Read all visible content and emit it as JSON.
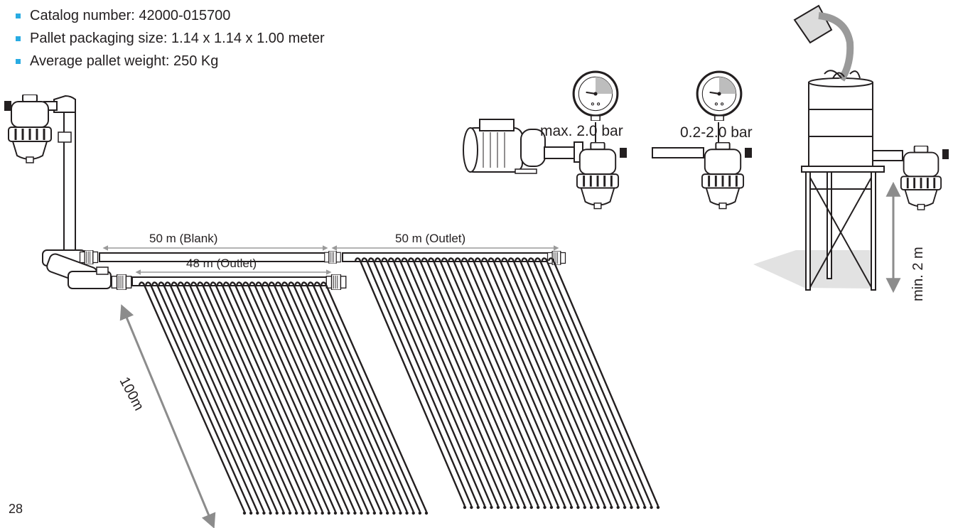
{
  "bullets": [
    {
      "text": "Catalog number: 42000-015700"
    },
    {
      "text": "Pallet packaging size: 1.14 x 1.14 x 1.00 meter"
    },
    {
      "text": "Average pallet weight: 250 Kg"
    }
  ],
  "labels": {
    "blank_section": "50 m (Blank)",
    "outlet_section_top": "50 m (Outlet)",
    "outlet_section_bottom": "48 m (Outlet)",
    "length": "100m",
    "pump_pressure": "max. 2.0 bar",
    "mains_pressure": "0.2-2.0 bar",
    "gravity_height": "min. 2 m"
  },
  "page_number": "28",
  "colors": {
    "bullet": "#29abe2",
    "dimension_arrow": "#8c8c8c",
    "line_art": "#231f20"
  },
  "icons": [
    "filter-icon",
    "pump-icon",
    "pressure-gauge-icon",
    "barrel-icon",
    "bucket-icon",
    "tower-stand-icon",
    "pipe-icon",
    "dripper-line-icon"
  ]
}
